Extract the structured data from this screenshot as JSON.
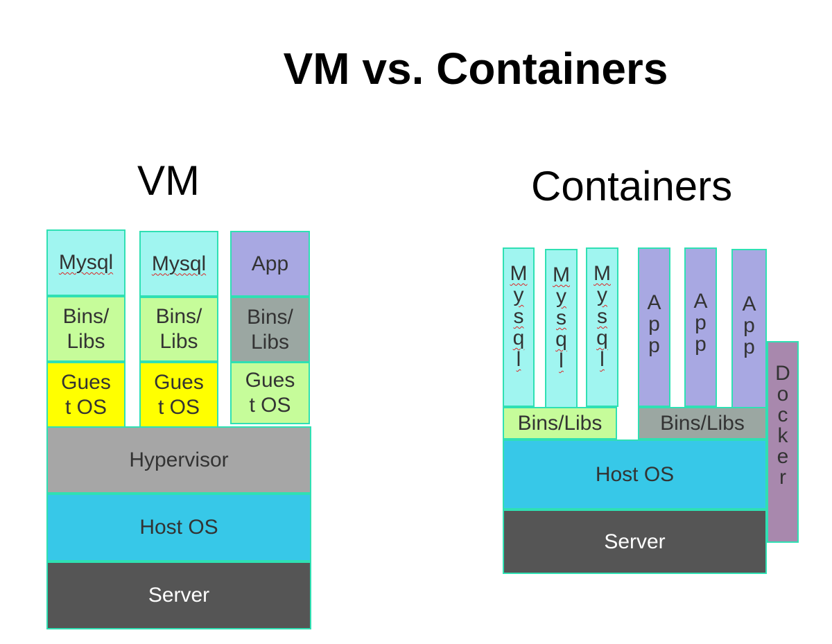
{
  "title": "VM vs. Containers",
  "vm": {
    "heading": "VM",
    "app_mysql_1": "Mysql",
    "app_mysql_2": "Mysql",
    "app_app": "App",
    "bins_1": "Bins/\nLibs",
    "bins_2": "Bins/\nLibs",
    "bins_3": "Bins/\nLibs",
    "guest_os_1": "Gues\nt OS",
    "guest_os_2": "Gues\nt OS",
    "guest_os_3": "Gues\nt OS",
    "hypervisor": "Hypervisor",
    "host_os": "Host OS",
    "server": "Server"
  },
  "containers": {
    "heading": "Containers",
    "mysql_letters": [
      "M",
      "y",
      "s",
      "q",
      "l"
    ],
    "app_letters": [
      "A",
      "p",
      "p"
    ],
    "bins_libs_1": "Bins/Libs",
    "bins_libs_2": "Bins/Libs",
    "host_os": "Host OS",
    "server": "Server",
    "docker_letters": [
      "D",
      "o",
      "c",
      "k",
      "e",
      "r"
    ]
  },
  "colors": {
    "border": "#2fe0b3",
    "mysql": "#a0f5f0",
    "app": "#a8a8e2",
    "bins_green": "#c6fc9a",
    "bins_gray": "#9ba7a2",
    "guest_yellow": "#ffff00",
    "hypervisor": "#a6a6a6",
    "host_os": "#37c8e8",
    "server": "#555555",
    "docker": "#a888ad"
  }
}
